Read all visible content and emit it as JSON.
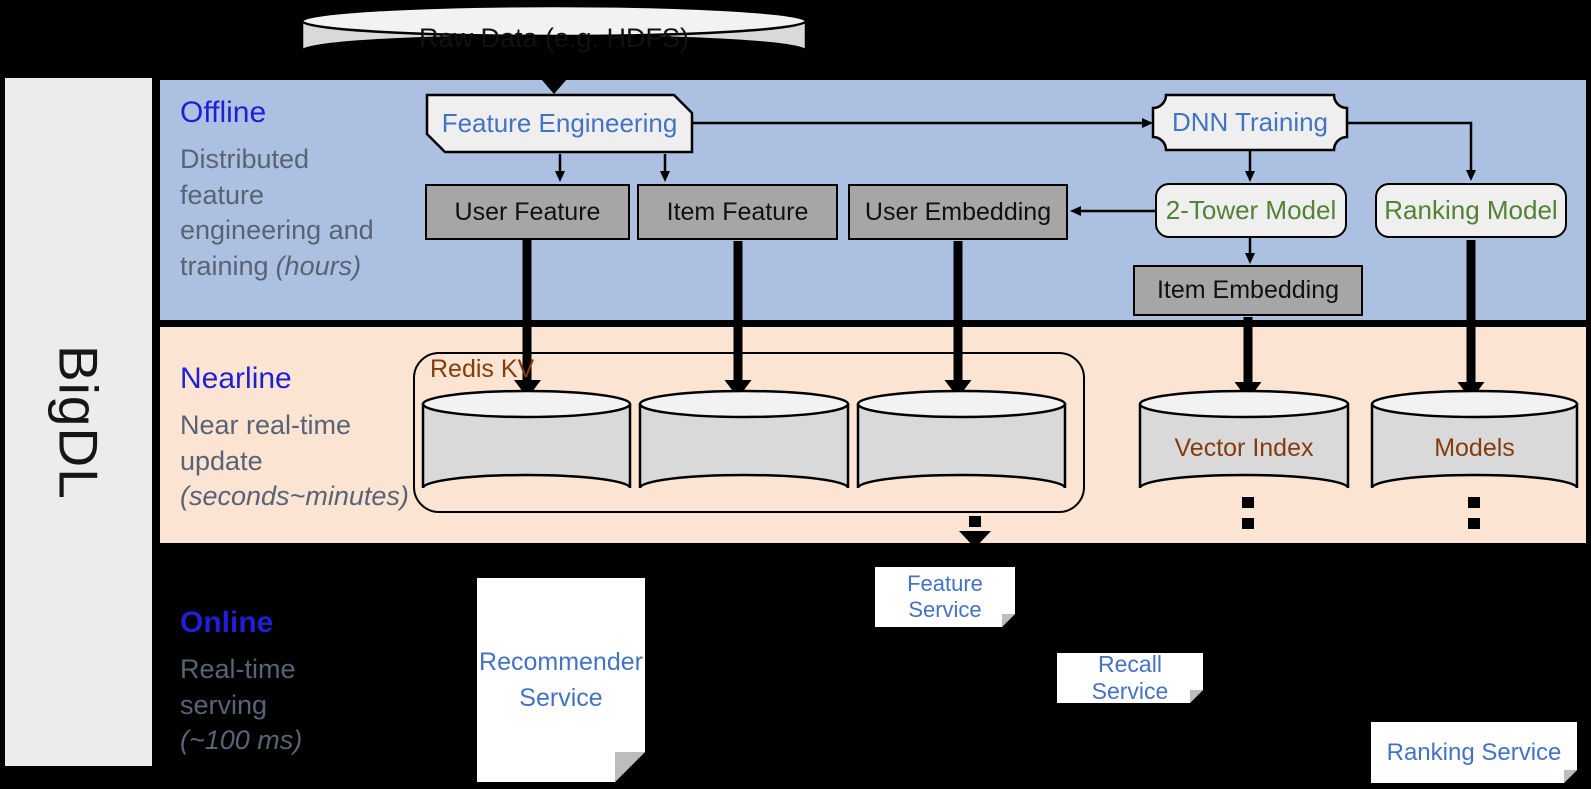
{
  "brand": "BigDL",
  "source": {
    "raw_data_label": "Raw Data (e.g. HDFS)"
  },
  "bands": {
    "offline": {
      "label": "Offline",
      "description": "Distributed\nfeature\nengineering and\ntraining",
      "duration": "(hours)"
    },
    "nearline": {
      "label": "Nearline",
      "description": "Near real-time\nupdate",
      "duration": "(seconds~minutes)"
    },
    "online": {
      "label": "Online",
      "description": "Real-time\nserving",
      "duration": "(~100 ms)"
    }
  },
  "offline_nodes": {
    "feature_engineering": "Feature Engineering",
    "dnn_training": "DNN Training",
    "user_feature": "User Feature",
    "item_feature": "Item Feature",
    "user_embedding": "User Embedding",
    "two_tower_model": "2-Tower Model",
    "ranking_model": "Ranking Model",
    "item_embedding": "Item Embedding"
  },
  "nearline_nodes": {
    "redis_kv": "Redis KV",
    "vector_index": "Vector Index",
    "models": "Models"
  },
  "online_nodes": {
    "recommender_service": "Recommender\nService",
    "feature_service": "Feature Service",
    "recall_service": "Recall Service",
    "ranking_service": "Ranking Service"
  },
  "colors": {
    "band_label_blue": "#1f1fd6",
    "node_text_blue": "#4472c4",
    "model_text_green": "#538135",
    "store_text_brown": "#843c0c",
    "offline_band": "#acc1e1",
    "nearline_band": "#fbe4d2",
    "desc_text": "#5a6375",
    "node_gray": "#a6a6a6",
    "shape_light": "#efefef",
    "cylinder_body": "#d9d9d9",
    "cylinder_top": "#f2f2f2",
    "sidebar_gray": "#ececec"
  }
}
